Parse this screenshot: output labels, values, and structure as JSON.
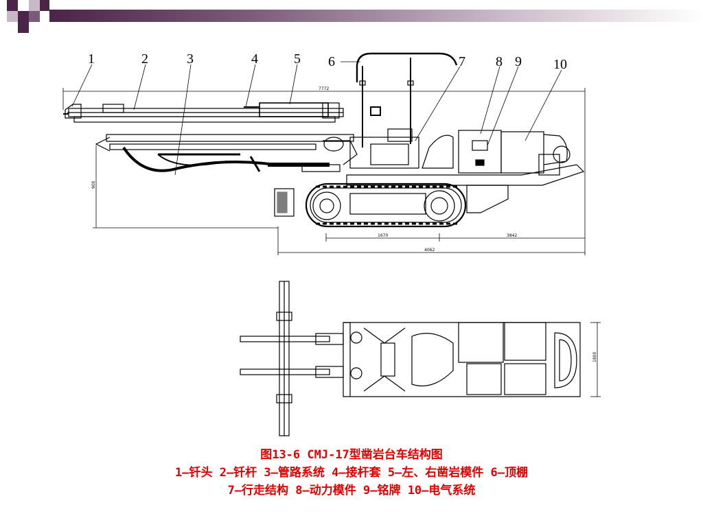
{
  "figure": {
    "callouts": [
      "1",
      "2",
      "3",
      "4",
      "5",
      "6",
      "7",
      "8",
      "9",
      "10"
    ],
    "dims": {
      "overall_length": "7772",
      "height": "900",
      "track_length": "1670",
      "rear_length": "3842",
      "total_base": "4062",
      "width": "1800"
    }
  },
  "caption": {
    "title": "图13-6 CMJ-17型凿岩台车结构图",
    "line1": "1—钎头 2—钎杆 3—管路系统 4—接杆套 5—左、右凿岩模件 6—顶棚",
    "line2": "7—行走结构 8—动力模件 9—铭牌 10—电气系统"
  }
}
